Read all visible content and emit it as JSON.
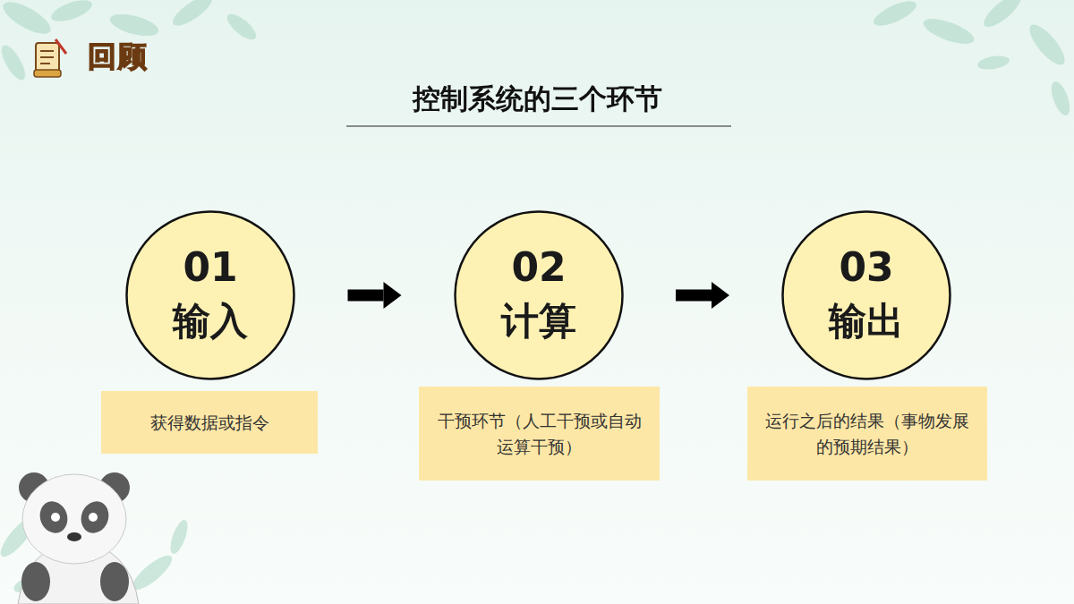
{
  "diagram": {
    "title": "控制系统的三个环节",
    "nodes": [
      {
        "text": [
          "01",
          "输入"
        ]
      },
      {
        "text": [
          "02",
          "计算"
        ]
      },
      {
        "text": [
          "03",
          "输出"
        ]
      },
      {
        "text": [
          "获得数据或指令"
        ]
      },
      {
        "text": [
          "干预环节（人工干预或自动运算干预）"
        ]
      },
      {
        "text": [
          "运行之后的结果（事物发展的预期结果）"
        ]
      }
    ],
    "edges": [
      {
        "from": 0,
        "to": 1,
        "arrow": "to"
      },
      {
        "from": 1,
        "to": 2,
        "arrow": "to"
      }
    ],
    "labels": [
      "回顾"
    ]
  }
}
